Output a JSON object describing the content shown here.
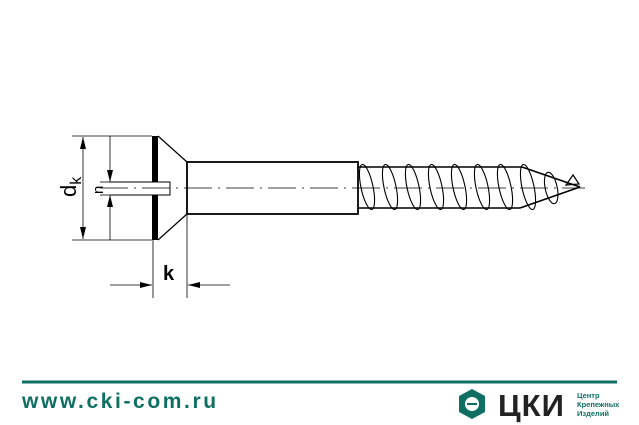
{
  "labels": {
    "dk_main": "d",
    "dk_sub": "k",
    "n": "n",
    "k": "k"
  },
  "footer": {
    "url": "www.cki-com.ru",
    "brand": "ЦКИ",
    "tagline": [
      "Центр",
      "Крепежных",
      "Изделий"
    ]
  },
  "colors": {
    "accent": "#0f6f63",
    "line": "#000000"
  }
}
